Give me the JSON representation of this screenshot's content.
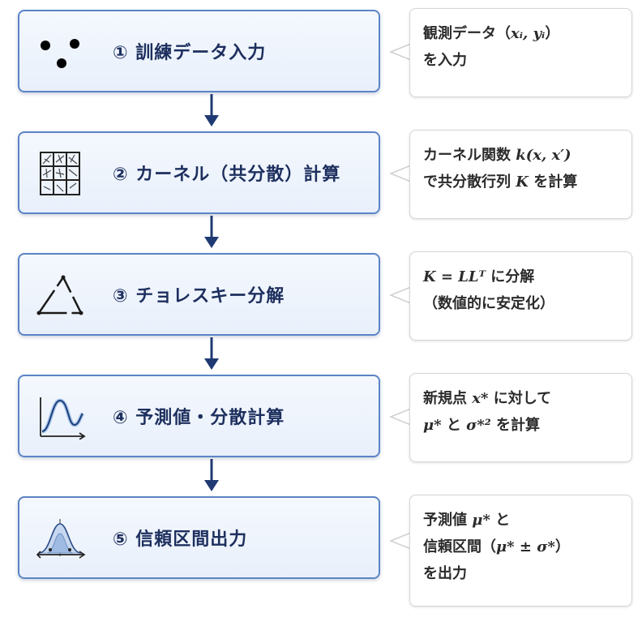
{
  "steps": [
    {
      "label": "① 訓練データ入力",
      "icon": "data-points-icon"
    },
    {
      "label": "② カーネル（共分散）計算",
      "icon": "covariance-matrix-icon"
    },
    {
      "label": "③ チョレスキー分解",
      "icon": "triangle-icon"
    },
    {
      "label": "④ 予測値・分散計算",
      "icon": "curve-plot-icon"
    },
    {
      "label": "⑤ 信頼区間出力",
      "icon": "gaussian-interval-icon"
    }
  ],
  "notes": [
    [
      "観測データ（",
      "xᵢ, yᵢ",
      "）",
      "を入力"
    ],
    [
      "カーネル関数 ",
      "k(x, x′)",
      "で共分散行列 ",
      "K",
      " を計算"
    ],
    [
      "K = LLᵀ",
      " に分解",
      "（数値的に安定化）"
    ],
    [
      "新規点 ",
      "x*",
      " に対して",
      "μ*",
      " と ",
      "σ*²",
      " を計算"
    ],
    [
      "予測値 ",
      "μ*",
      " と",
      "信頼区間（",
      "μ* ± σ*",
      "）",
      "を出力"
    ]
  ],
  "colors": {
    "accent": "#5b84c6",
    "arrow": "#1f3a73",
    "title": "#1d2f5e"
  }
}
